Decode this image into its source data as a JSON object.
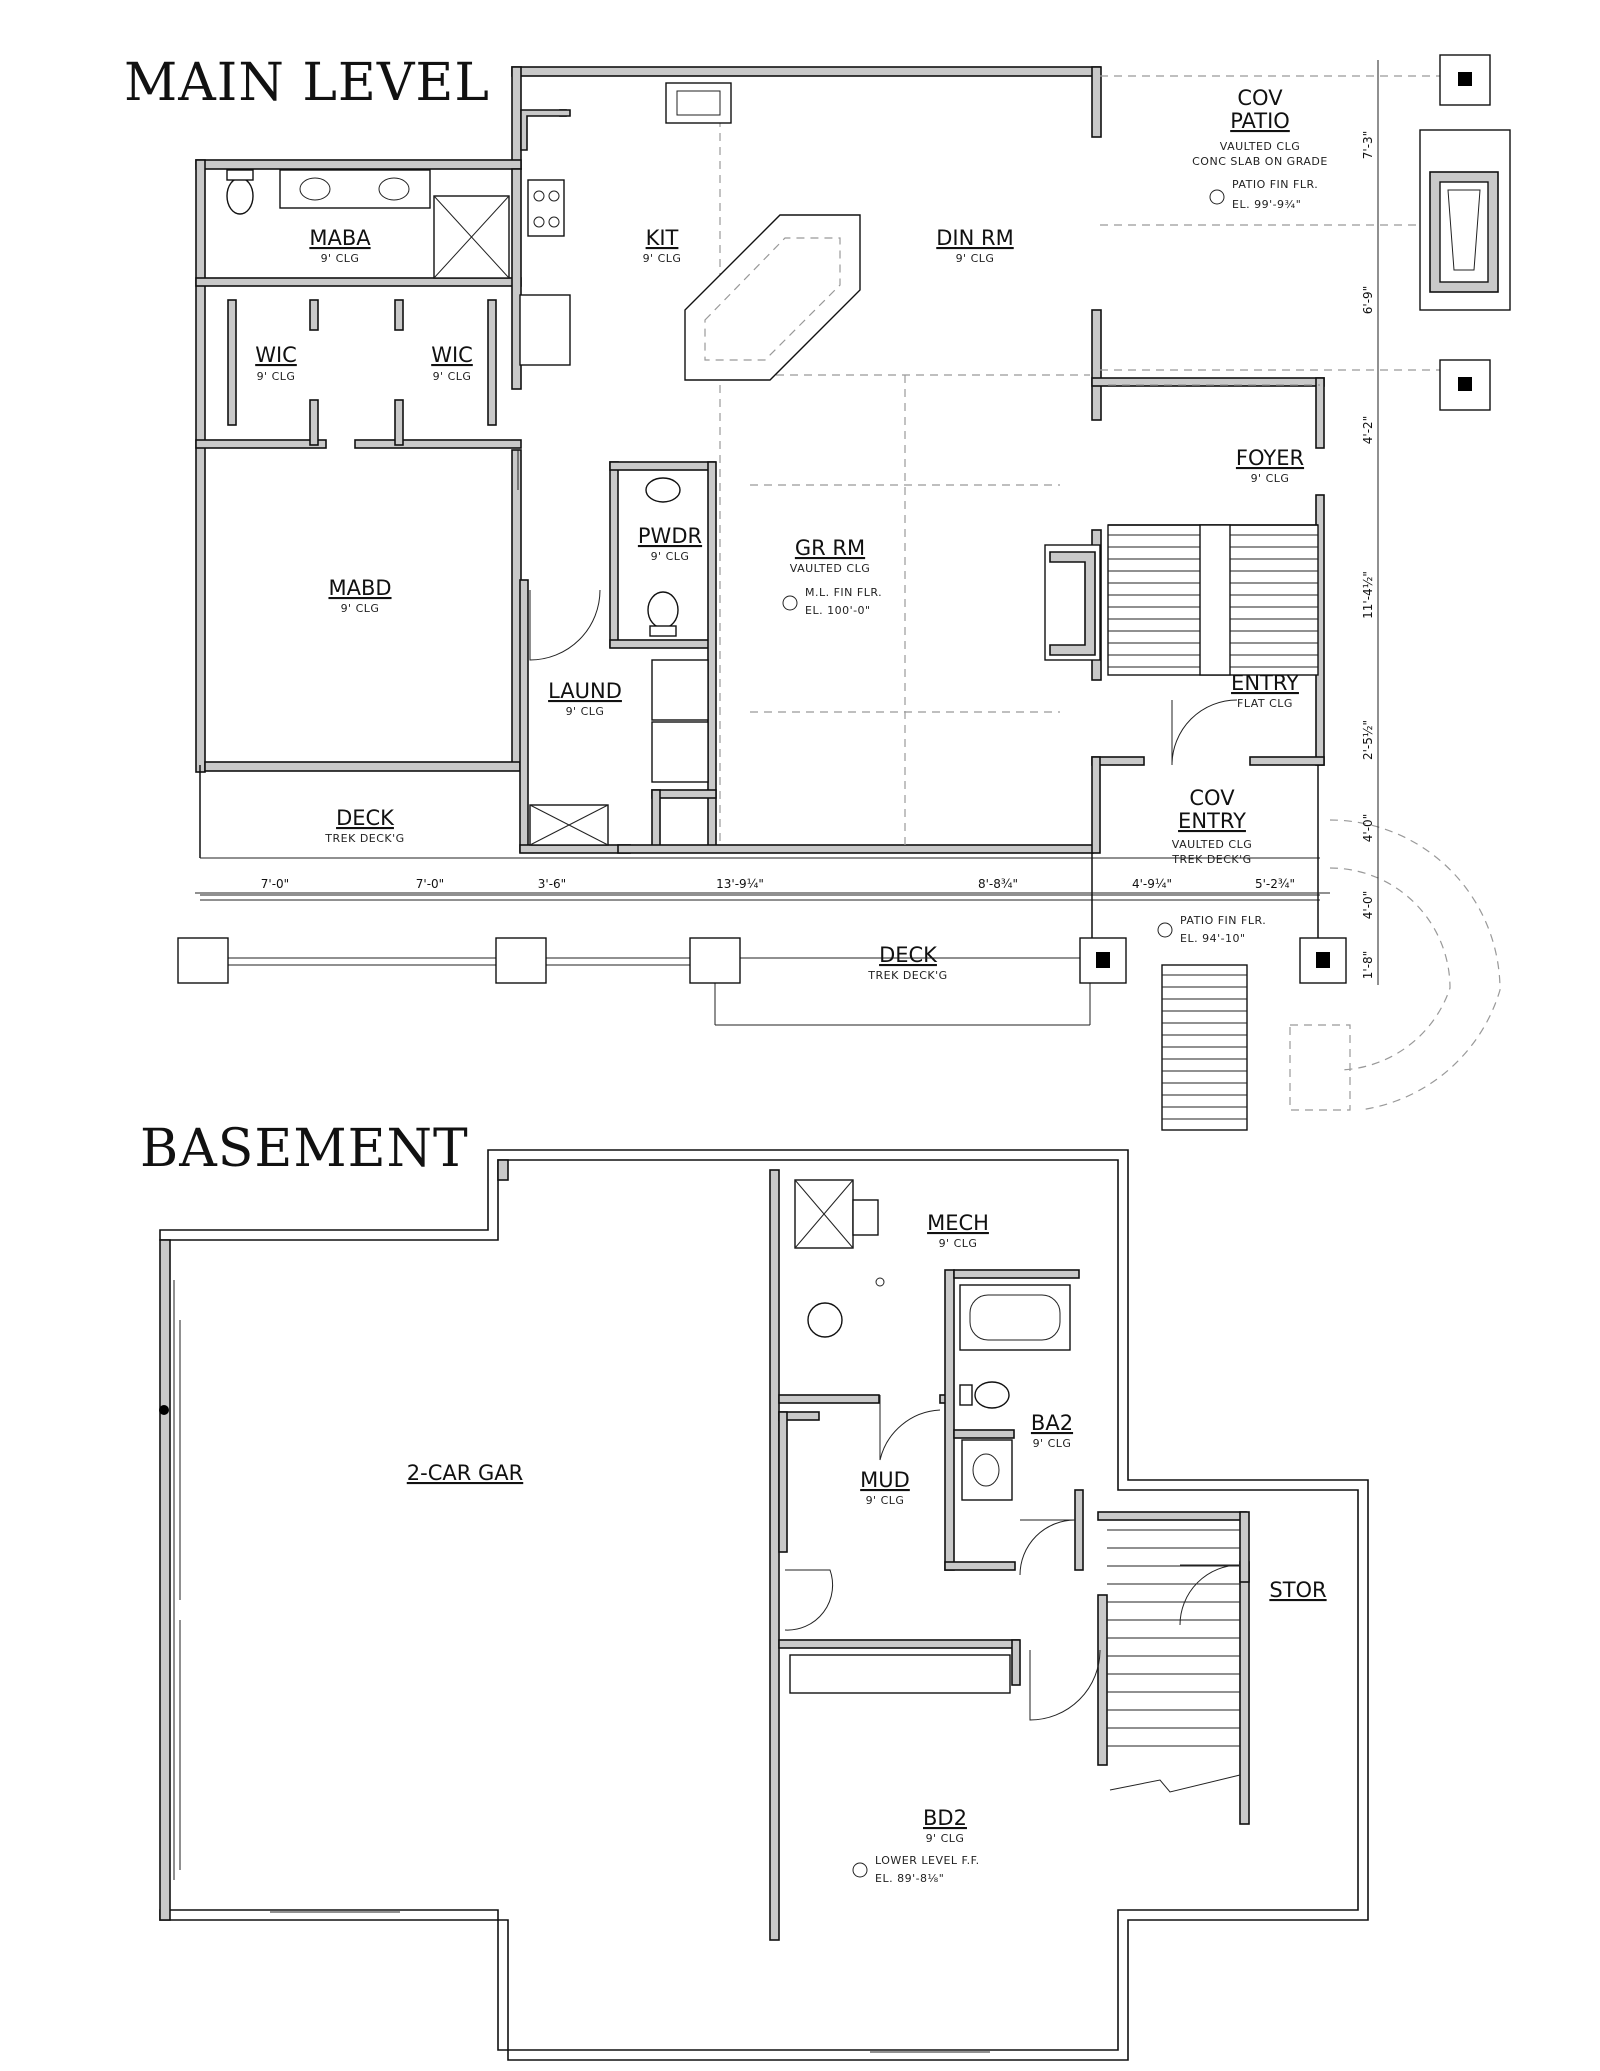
{
  "titles": {
    "main": "MAIN LEVEL",
    "basement": "BASEMENT"
  },
  "main_rooms": {
    "cov_patio": {
      "name_1": "COV",
      "name_2": "PATIO",
      "sub_1": "VAULTED CLG",
      "sub_2": "CONC SLAB ON GRADE",
      "elev_1": "PATIO FIN FLR.",
      "elev_2": "EL. 99'-9¾\""
    },
    "maba": {
      "name": "MABA",
      "sub": "9' CLG"
    },
    "kit": {
      "name": "KIT",
      "sub": "9' CLG"
    },
    "din": {
      "name": "DIN RM",
      "sub": "9' CLG"
    },
    "wic1": {
      "name": "WIC",
      "sub": "9' CLG"
    },
    "wic2": {
      "name": "WIC",
      "sub": "9' CLG"
    },
    "foyer": {
      "name": "FOYER",
      "sub": "9' CLG"
    },
    "pwdr": {
      "name": "PWDR",
      "sub": "9' CLG"
    },
    "gr": {
      "name": "GR RM",
      "sub": "VAULTED CLG",
      "elev_1": "M.L. FIN FLR.",
      "elev_2": "EL. 100'-0\""
    },
    "mabd": {
      "name": "MABD",
      "sub": "9' CLG"
    },
    "laund": {
      "name": "LAUND",
      "sub": "9' CLG"
    },
    "entry": {
      "name": "ENTRY",
      "sub": "FLAT CLG"
    },
    "deck_upper": {
      "name": "DECK",
      "sub": "TREK DECK'G"
    },
    "cov_entry": {
      "name_1": "COV",
      "name_2": "ENTRY",
      "sub_1": "VAULTED CLG",
      "sub_2": "TREK DECK'G",
      "elev_1": "PATIO FIN FLR.",
      "elev_2": "EL. 94'-10\""
    },
    "deck_lower": {
      "name": "DECK",
      "sub": "TREK DECK'G"
    }
  },
  "dims_horizontal": [
    "7'-0\"",
    "7'-0\"",
    "3'-6\"",
    "13'-9¼\"",
    "8'-8¾\"",
    "4'-9¼\"",
    "5'-2¾\""
  ],
  "dims_vertical": [
    "7'-3\"",
    "6'-9\"",
    "4'-2\"",
    "11'-4½\"",
    "2'-5½\"",
    "4'-0\"",
    "4'-0\"",
    "1'-8\""
  ],
  "basement_rooms": {
    "mech": {
      "name": "MECH",
      "sub": "9' CLG"
    },
    "gar": {
      "name": "2-CAR GAR"
    },
    "ba2": {
      "name": "BA2",
      "sub": "9' CLG"
    },
    "mud": {
      "name": "MUD",
      "sub": "9' CLG"
    },
    "stor": {
      "name": "STOR"
    },
    "bd2": {
      "name": "BD2",
      "sub": "9' CLG",
      "elev_1": "LOWER LEVEL F.F.",
      "elev_2": "EL. 89'-8⅛\""
    }
  }
}
